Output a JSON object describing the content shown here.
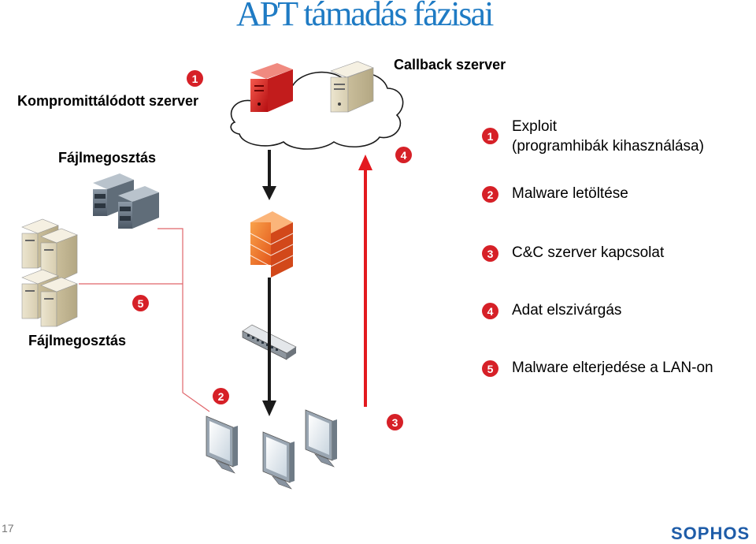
{
  "title": "APT támadás fázisai",
  "labels": {
    "compromised_server": "Kompromittálódott szerver",
    "callback_server": "Callback szerver",
    "file_share_top": "Fájlmegosztás",
    "file_share_bottom": "Fájlmegosztás"
  },
  "legend": [
    {
      "num": "1",
      "text_line1": "Exploit",
      "text_line2": "(programhibák kihasználása)"
    },
    {
      "num": "2",
      "text_line1": "Malware letöltése"
    },
    {
      "num": "3",
      "text_line1": "C&C szerver kapcsolat"
    },
    {
      "num": "4",
      "text_line1": "Adat elszivárgás"
    },
    {
      "num": "5",
      "text_line1": "Malware elterjedése a LAN-on"
    }
  ],
  "markers": {
    "m1": "1",
    "m2": "2",
    "m3": "3",
    "m4": "4",
    "m5": "5"
  },
  "page_number": "17",
  "logo": "SOPHOS",
  "colors": {
    "title": "#1f7bc4",
    "badge": "#d62027",
    "exfil_arrow": "#e3191f",
    "logo": "#1e5ca8"
  },
  "icons": [
    "red-server-icon",
    "callback-server-icon",
    "cloud-icon",
    "storage-rack-icon",
    "file-server-icon",
    "firewall-icon",
    "network-switch-icon",
    "workstation-icon"
  ]
}
